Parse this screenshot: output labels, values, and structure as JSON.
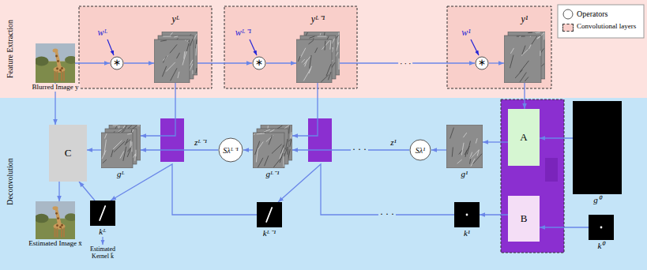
{
  "diagram": {
    "nodes": [
      {
        "text": [
          "Feature Extraction"
        ]
      },
      {
        "text": [
          "Deconvolution"
        ]
      },
      {
        "text": [
          "Blurred Image y"
        ],
        "in": 0
      },
      {
        "text": [
          "∗"
        ],
        "in": 0
      },
      {
        "text": [
          "yᴸ"
        ],
        "in": 0
      },
      {
        "text": [
          "∗"
        ],
        "in": 0
      },
      {
        "text": [
          "yᴸ⁻¹"
        ],
        "in": 0
      },
      {
        "text": [
          "∗"
        ],
        "in": 0
      },
      {
        "text": [
          "y¹"
        ],
        "in": 0
      },
      {
        "text": [
          "C"
        ],
        "in": 1
      },
      {
        "text": [
          "gᴸ"
        ],
        "in": 1
      },
      {
        "text": [
          "Sλᴸ⁻¹"
        ],
        "in": 1
      },
      {
        "text": [
          "gᴸ⁻¹"
        ],
        "in": 1
      },
      {
        "text": [
          "Sλ¹"
        ],
        "in": 1
      },
      {
        "text": [
          "g¹"
        ],
        "in": 1
      },
      {
        "text": [
          "A"
        ],
        "in": 1
      },
      {
        "text": [
          "B"
        ],
        "in": 1
      },
      {
        "text": [
          "g⁰"
        ],
        "in": 1
      },
      {
        "text": [
          "k⁰"
        ],
        "in": 1
      },
      {
        "text": [
          "k¹"
        ],
        "in": 1
      },
      {
        "text": [
          "kᴸ⁻¹"
        ],
        "in": 1
      },
      {
        "text": [
          "kᴸ"
        ],
        "in": 1
      },
      {
        "text": [
          "Estimated Image x̄"
        ],
        "in": 1
      }
    ],
    "edges": [
      {
        "from": 2,
        "to": 3,
        "arrow": "to"
      },
      {
        "from": 3,
        "to": 4,
        "arrow": "to"
      },
      {
        "from": 4,
        "to": 5,
        "arrow": "to"
      },
      {
        "from": 5,
        "to": 6,
        "arrow": "to"
      },
      {
        "from": 6,
        "to": 7,
        "arrow": "to",
        "label": "· · ·"
      },
      {
        "from": 7,
        "to": 8,
        "arrow": "to"
      },
      {
        "from": 2,
        "to": 9,
        "arrow": "to"
      },
      {
        "from": 4,
        "to": 10,
        "arrow": "to"
      },
      {
        "from": 11,
        "to": 10,
        "arrow": "to",
        "label": "zᴸ⁻¹"
      },
      {
        "from": 12,
        "to": 11,
        "arrow": "to"
      },
      {
        "from": 6,
        "to": 12,
        "arrow": "to"
      },
      {
        "from": 13,
        "to": 12,
        "arrow": "to",
        "label": "z¹"
      },
      {
        "from": 14,
        "to": 13,
        "arrow": "to"
      },
      {
        "from": 8,
        "to": 15,
        "arrow": "to"
      },
      {
        "from": 15,
        "to": 14,
        "arrow": "to"
      },
      {
        "from": 17,
        "to": 15,
        "arrow": "to"
      },
      {
        "from": 18,
        "to": 16,
        "arrow": "to"
      },
      {
        "from": 16,
        "to": 19,
        "arrow": "to"
      },
      {
        "from": 19,
        "to": 20,
        "arrow": "to"
      },
      {
        "from": 20,
        "to": 21,
        "arrow": "to"
      },
      {
        "from": 10,
        "to": 9,
        "arrow": "to"
      },
      {
        "from": 21,
        "to": 9,
        "arrow": "to"
      },
      {
        "from": 9,
        "to": 22,
        "arrow": "to"
      }
    ],
    "labels": [
      "wᴸ",
      "wᴸ⁻¹",
      "w¹",
      "· · ·",
      "· · ·",
      "Estimated Kernel k̄"
    ],
    "legend": [
      {
        "text": "Operators"
      },
      {
        "text": "Convolutional layers",
        "color": "#f9cfca"
      }
    ]
  }
}
